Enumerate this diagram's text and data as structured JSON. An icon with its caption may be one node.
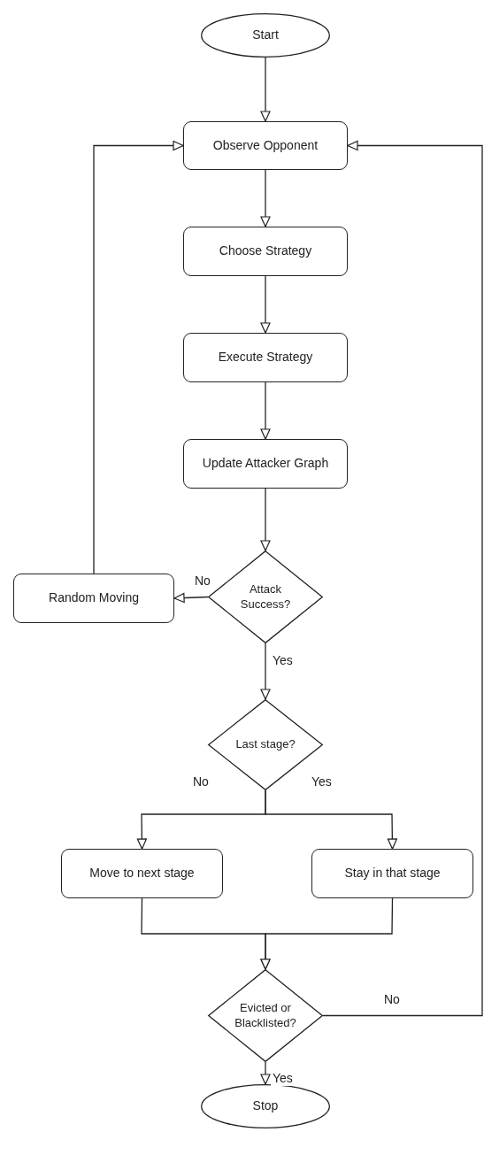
{
  "diagram": {
    "nodes": [
      {
        "text": [
          "Start"
        ]
      },
      {
        "text": [
          "Observe Opponent"
        ]
      },
      {
        "text": [
          "Choose Strategy"
        ]
      },
      {
        "text": [
          "Execute Strategy"
        ]
      },
      {
        "text": [
          "Update Attacker Graph"
        ]
      },
      {
        "text": [
          "Attack Success?"
        ]
      },
      {
        "text": [
          "Random Moving"
        ]
      },
      {
        "text": [
          "Last stage?"
        ]
      },
      {
        "text": [
          "Move to next stage"
        ]
      },
      {
        "text": [
          "Stay in that stage"
        ]
      },
      {
        "text": [
          "Evicted or Blacklisted?"
        ]
      },
      {
        "text": [
          "Stop"
        ]
      }
    ],
    "edges": [
      {
        "from": 0,
        "to": 1,
        "arrow": "to"
      },
      {
        "from": 1,
        "to": 2,
        "arrow": "to"
      },
      {
        "from": 2,
        "to": 3,
        "arrow": "to"
      },
      {
        "from": 3,
        "to": 4,
        "arrow": "to"
      },
      {
        "from": 4,
        "to": 5,
        "arrow": "to"
      },
      {
        "from": 5,
        "to": 6,
        "arrow": "to",
        "label": "No"
      },
      {
        "from": 6,
        "to": 1,
        "arrow": "to"
      },
      {
        "from": 5,
        "to": 7,
        "arrow": "to",
        "label": "Yes"
      },
      {
        "from": 7,
        "to": 8,
        "arrow": "to",
        "label": "No"
      },
      {
        "from": 7,
        "to": 9,
        "arrow": "to",
        "label": "Yes"
      },
      {
        "from": 8,
        "to": 10,
        "arrow": "to"
      },
      {
        "from": 9,
        "to": 10,
        "arrow": "to"
      },
      {
        "from": 10,
        "to": 1,
        "arrow": "to",
        "label": "No"
      },
      {
        "from": 10,
        "to": 11,
        "arrow": "to",
        "label": "Yes"
      }
    ]
  }
}
